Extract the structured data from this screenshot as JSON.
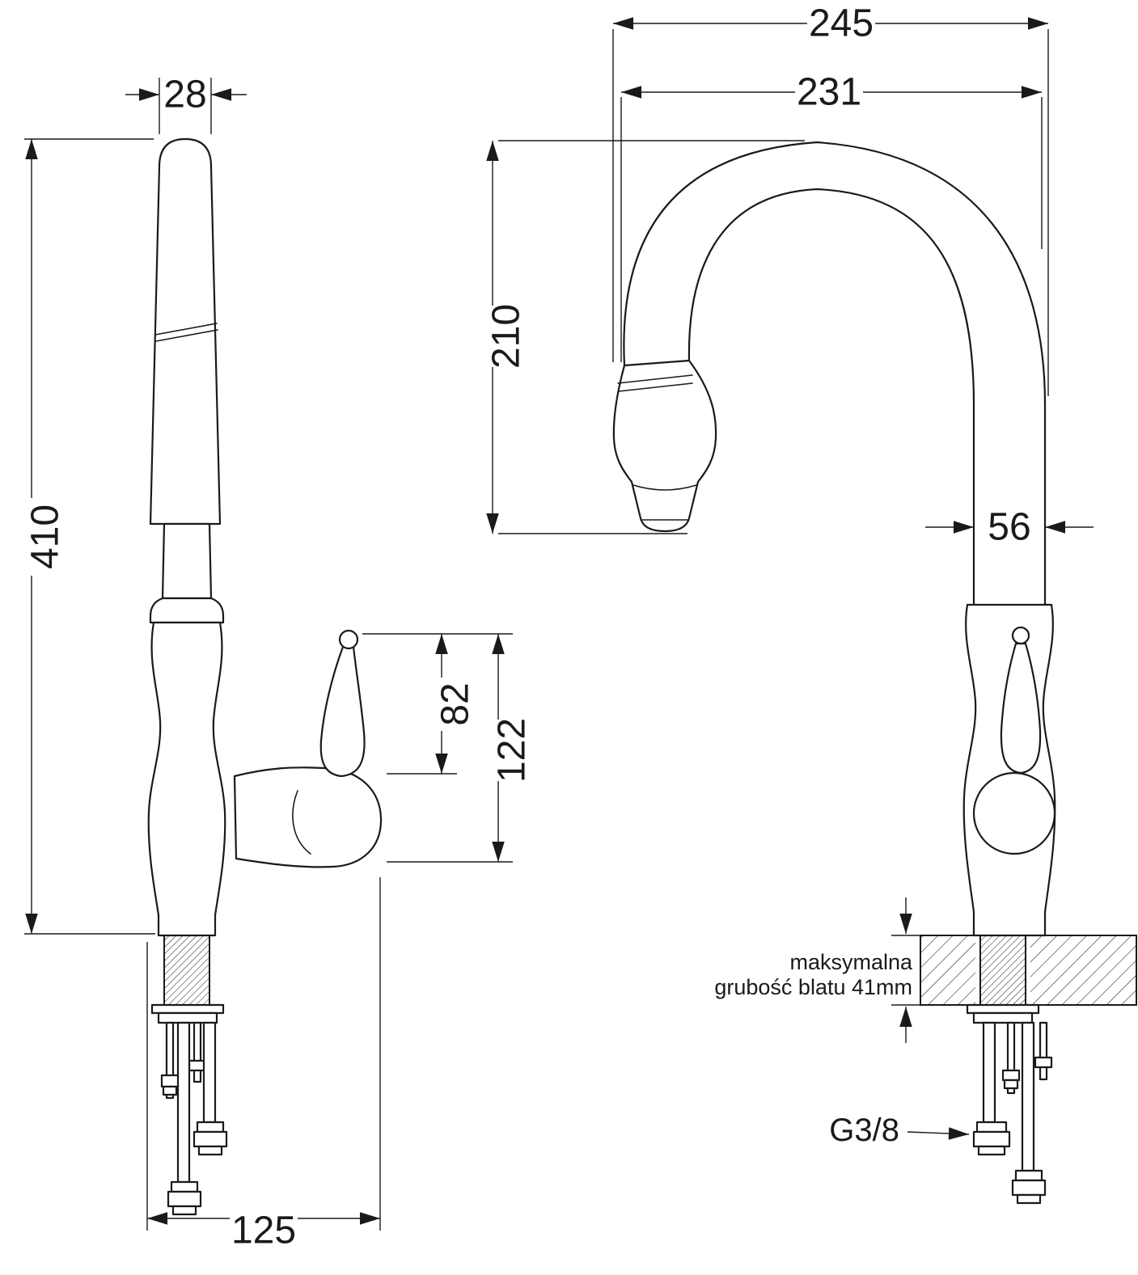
{
  "drawing": {
    "type": "technical-dimension-diagram",
    "subject": "kitchen faucet with pull-out spray head, side view and front view with millimetre dimensions",
    "colors": {
      "line": "#1a1a1a",
      "background": "#ffffff"
    }
  },
  "left_view": {
    "top_width": "28",
    "total_height": "410",
    "handle_upper": "82",
    "handle_overall": "122",
    "base_reach": "125"
  },
  "right_view": {
    "overall_width": "245",
    "spout_reach": "231",
    "spout_clearance": "210",
    "column_width": "56",
    "counter_note_line1": "maksymalna",
    "counter_note_line2": "grubość blatu 41mm",
    "thread_size": "G3/8"
  }
}
